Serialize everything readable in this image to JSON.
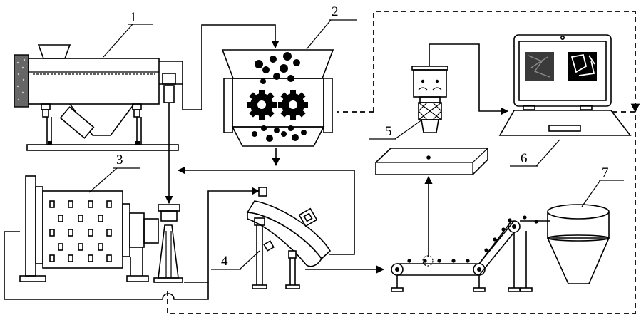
{
  "labels": {
    "l1": "1",
    "l2": "2",
    "l3": "3",
    "l4": "4",
    "l5": "5",
    "l6": "6",
    "l7": "7"
  },
  "colors": {
    "stroke": "#000000",
    "background": "#ffffff",
    "screen_dark": "#3a3a3a"
  }
}
